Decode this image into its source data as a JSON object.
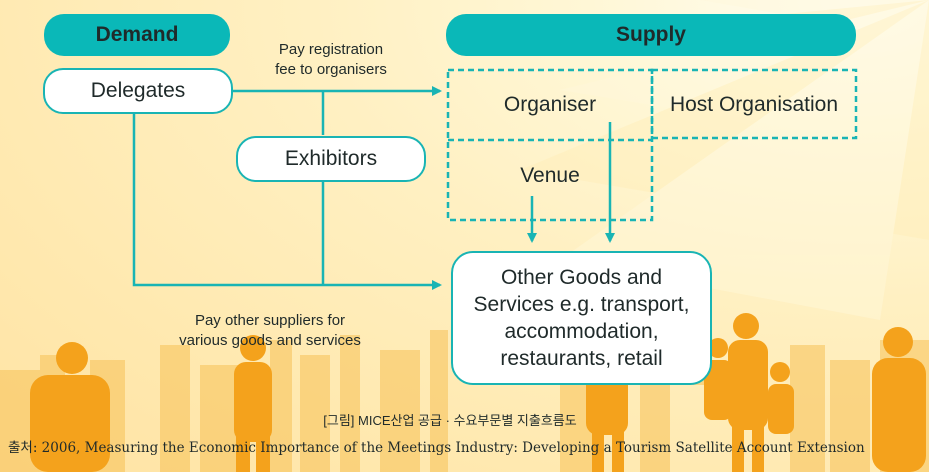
{
  "diagram": {
    "demand_header": "Demand",
    "supply_header": "Supply",
    "nodes": {
      "delegates": "Delegates",
      "exhibitors": "Exhibitors",
      "organiser": "Organiser",
      "host_organisation": "Host Organisation",
      "venue": "Venue",
      "other_goods_lines": [
        "Other Goods and",
        "Services e.g. transport,",
        "accommodation,",
        "restaurants, retail"
      ]
    },
    "labels": {
      "pay_registration_lines": [
        "Pay registration",
        "fee to organisers"
      ],
      "pay_other_lines": [
        "Pay other suppliers for",
        "various goods and services"
      ]
    },
    "colors": {
      "accent": "#0ab8b8",
      "line": "#19b4b4",
      "silhouette": "#f4a21c",
      "background": "#fff0c2"
    }
  },
  "caption": "[그림] MICE산업 공급 · 수요부문별 지출흐름도",
  "source": "출처: 2006, Measuring the Economic Importance of the Meetings Industry: Developing a Tourism Satellite Account Extension"
}
